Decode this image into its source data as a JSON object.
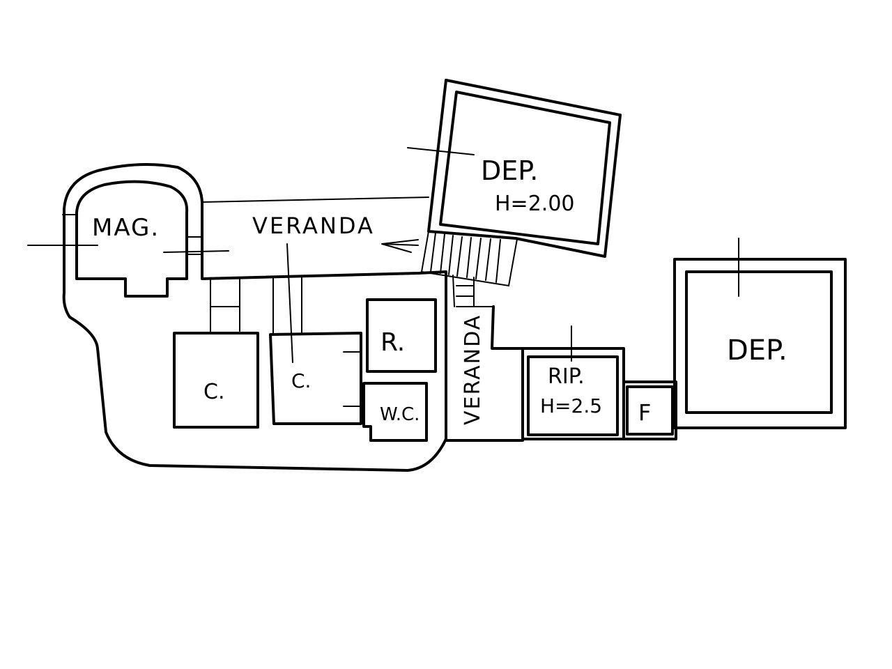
{
  "labels": {
    "mag": "MAG.",
    "veranda_top": "VERANDA",
    "dep_top": "DEP.",
    "dep_top_height": "H=2.00",
    "room_c_left": "C.",
    "room_c_mid": "C.",
    "room_r": "R.",
    "room_wc": "W.C.",
    "veranda_vertical": "VERANDA",
    "rip": "RIP.",
    "rip_height": "H=2.5",
    "room_f": "F",
    "dep_right": "DEP."
  },
  "colors": {
    "ink": "#000000",
    "paper": "#ffffff"
  }
}
